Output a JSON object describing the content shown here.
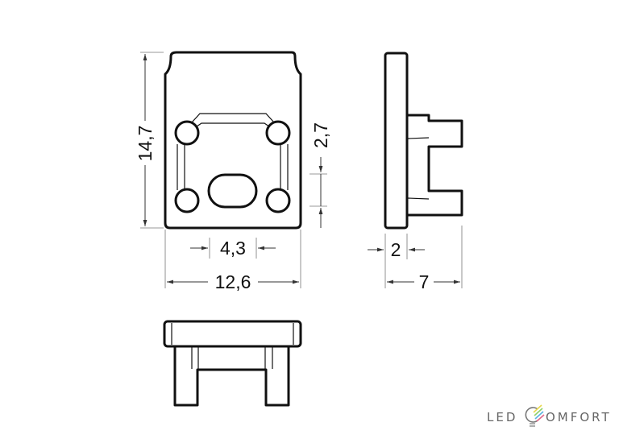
{
  "dimensions": {
    "height": "14,7",
    "hole_spacing": "2,7",
    "slot_width": "4,3",
    "width": "12,6",
    "plate_thickness": "2",
    "depth": "7"
  },
  "logo": {
    "left": "LED",
    "right": "OMFORT"
  },
  "colors": {
    "line": "#111111",
    "logo_text": "#666666"
  }
}
